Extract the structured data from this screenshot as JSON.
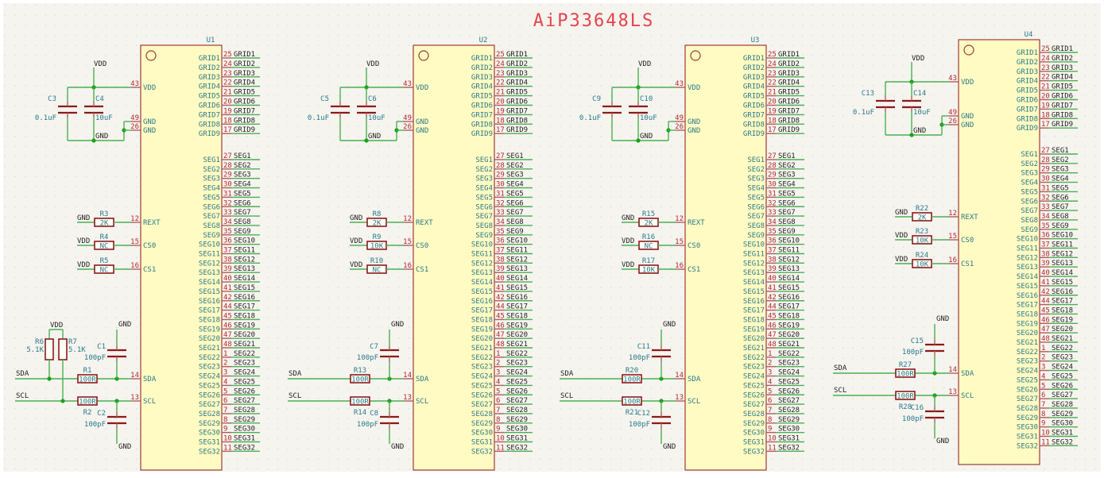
{
  "title": "AiP33648LS",
  "colors": {
    "background": "#f5f4ef",
    "wire": "#4caf50",
    "title": "#e8424a",
    "body": "#fffbc2"
  },
  "chip": {
    "grid_pins": [
      {
        "num": "25",
        "name": "GRID1"
      },
      {
        "num": "24",
        "name": "GRID2"
      },
      {
        "num": "23",
        "name": "GRID3"
      },
      {
        "num": "22",
        "name": "GRID4"
      },
      {
        "num": "21",
        "name": "GRID5"
      },
      {
        "num": "20",
        "name": "GRID6"
      },
      {
        "num": "19",
        "name": "GRID7"
      },
      {
        "num": "18",
        "name": "GRID8"
      },
      {
        "num": "17",
        "name": "GRID9"
      }
    ],
    "seg_pins": [
      {
        "num": "27",
        "name": "SEG1"
      },
      {
        "num": "28",
        "name": "SEG2"
      },
      {
        "num": "29",
        "name": "SEG3"
      },
      {
        "num": "30",
        "name": "SEG4"
      },
      {
        "num": "31",
        "name": "SEG5"
      },
      {
        "num": "32",
        "name": "SEG6"
      },
      {
        "num": "33",
        "name": "SEG7"
      },
      {
        "num": "34",
        "name": "SEG8"
      },
      {
        "num": "35",
        "name": "SEG9"
      },
      {
        "num": "36",
        "name": "SEG10"
      },
      {
        "num": "37",
        "name": "SEG11"
      },
      {
        "num": "38",
        "name": "SEG12"
      },
      {
        "num": "39",
        "name": "SEG13"
      },
      {
        "num": "40",
        "name": "SEG14"
      },
      {
        "num": "41",
        "name": "SEG15"
      },
      {
        "num": "42",
        "name": "SEG16"
      },
      {
        "num": "44",
        "name": "SEG17"
      },
      {
        "num": "45",
        "name": "SEG18"
      },
      {
        "num": "46",
        "name": "SEG19"
      },
      {
        "num": "47",
        "name": "SEG20"
      },
      {
        "num": "48",
        "name": "SEG21"
      },
      {
        "num": "1",
        "name": "SEG22"
      },
      {
        "num": "2",
        "name": "SEG23"
      },
      {
        "num": "3",
        "name": "SEG24"
      },
      {
        "num": "4",
        "name": "SEG25"
      },
      {
        "num": "5",
        "name": "SEG26"
      },
      {
        "num": "6",
        "name": "SEG27"
      },
      {
        "num": "7",
        "name": "SEG28"
      },
      {
        "num": "8",
        "name": "SEG29"
      },
      {
        "num": "9",
        "name": "SEG30"
      },
      {
        "num": "10",
        "name": "SEG31"
      },
      {
        "num": "11",
        "name": "SEG32"
      }
    ],
    "left_pins": {
      "vdd": {
        "num": "43",
        "name": "VDD"
      },
      "gnd1": {
        "num": "49",
        "name": "GND"
      },
      "gnd2": {
        "num": "26",
        "name": "GND"
      },
      "rext": {
        "num": "12",
        "name": "REXT"
      },
      "cs0": {
        "num": "15",
        "name": "CS0"
      },
      "cs1": {
        "num": "16",
        "name": "CS1"
      },
      "sda": {
        "num": "14",
        "name": "SDA"
      },
      "scl": {
        "num": "13",
        "name": "SCL"
      }
    }
  },
  "nets": {
    "vdd": "VDD",
    "gnd": "GND",
    "sda": "SDA",
    "scl": "SCL"
  },
  "units": [
    {
      "ref": "U1",
      "cap_small": {
        "ref": "C3",
        "value": "0.1uF"
      },
      "cap_big": {
        "ref": "C4",
        "value": "10uF"
      },
      "r_rext": {
        "ref": "R3",
        "value": "2K"
      },
      "r_cs0": {
        "ref": "R4",
        "value": "NC"
      },
      "r_cs1": {
        "ref": "R5",
        "value": "NC"
      },
      "r_sda": {
        "ref": "R1",
        "value": "100R"
      },
      "r_scl": {
        "ref": "R2",
        "value": "100R"
      },
      "c_sda": {
        "ref": "C1",
        "value": "100pF"
      },
      "c_scl": {
        "ref": "C2",
        "value": "100pF"
      },
      "pullups": [
        {
          "ref": "R6",
          "value": "5.1K"
        },
        {
          "ref": "R7",
          "value": "5.1K"
        }
      ]
    },
    {
      "ref": "U2",
      "cap_small": {
        "ref": "C5",
        "value": "0.1uF"
      },
      "cap_big": {
        "ref": "C6",
        "value": "10uF"
      },
      "r_rext": {
        "ref": "R8",
        "value": "2K"
      },
      "r_cs0": {
        "ref": "R9",
        "value": "10K"
      },
      "r_cs1": {
        "ref": "R10",
        "value": "NC"
      },
      "r_sda": {
        "ref": "R13",
        "value": "100R"
      },
      "r_scl": {
        "ref": "R14",
        "value": "100R"
      },
      "c_sda": {
        "ref": "C7",
        "value": "100pF"
      },
      "c_scl": {
        "ref": "C8",
        "value": "100pF"
      },
      "pullups": []
    },
    {
      "ref": "U3",
      "cap_small": {
        "ref": "C9",
        "value": "0.1uF"
      },
      "cap_big": {
        "ref": "C10",
        "value": "10uF"
      },
      "r_rext": {
        "ref": "R15",
        "value": "2K"
      },
      "r_cs0": {
        "ref": "R16",
        "value": "NC"
      },
      "r_cs1": {
        "ref": "R17",
        "value": "10K"
      },
      "r_sda": {
        "ref": "R20",
        "value": "100R"
      },
      "r_scl": {
        "ref": "R21",
        "value": "100R"
      },
      "c_sda": {
        "ref": "C11",
        "value": "100pF"
      },
      "c_scl": {
        "ref": "C12",
        "value": "100pF"
      },
      "pullups": []
    },
    {
      "ref": "U4",
      "cap_small": {
        "ref": "C13",
        "value": "0.1uF"
      },
      "cap_big": {
        "ref": "C14",
        "value": "10uF"
      },
      "r_rext": {
        "ref": "R22",
        "value": "2K"
      },
      "r_cs0": {
        "ref": "R23",
        "value": "10K"
      },
      "r_cs1": {
        "ref": "R24",
        "value": "10K"
      },
      "r_sda": {
        "ref": "R27",
        "value": "100R"
      },
      "r_scl": {
        "ref": "R28",
        "value": "100R"
      },
      "c_sda": {
        "ref": "C15",
        "value": "100pF"
      },
      "c_scl": {
        "ref": "C16",
        "value": "100pF"
      },
      "pullups": []
    }
  ]
}
